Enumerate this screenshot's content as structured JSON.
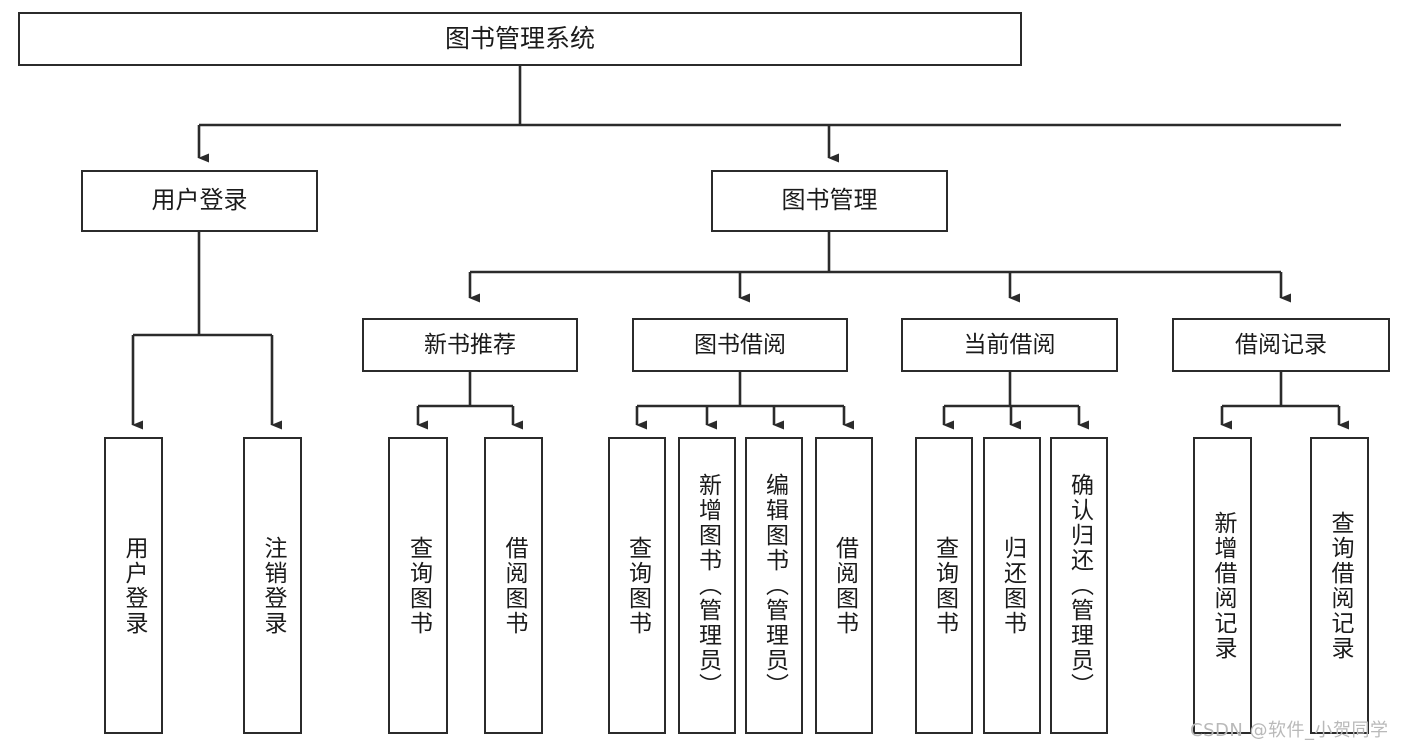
{
  "diagram": {
    "title": "图书管理系统",
    "type": "tree-hierarchy-chart",
    "watermark": "CSDN @软件_小贺同学",
    "nodes": {
      "root": {
        "label": "图书管理系统"
      },
      "level2": [
        {
          "label": "用户登录"
        },
        {
          "label": "图书管理"
        }
      ],
      "level3": [
        {
          "label": "新书推荐"
        },
        {
          "label": "图书借阅"
        },
        {
          "label": "当前借阅"
        },
        {
          "label": "借阅记录"
        }
      ],
      "leaves": [
        {
          "label": "用户登录"
        },
        {
          "label": "注销登录"
        },
        {
          "label": "查询图书"
        },
        {
          "label": "借阅图书"
        },
        {
          "label": "查询图书"
        },
        {
          "label": "新增图书（管理员）"
        },
        {
          "label": "编辑图书（管理员）"
        },
        {
          "label": "借阅图书"
        },
        {
          "label": "查询图书"
        },
        {
          "label": "归还图书"
        },
        {
          "label": "确认归还（管理员）"
        },
        {
          "label": "新增借阅记录"
        },
        {
          "label": "查询借阅记录"
        }
      ]
    },
    "colors": {
      "stroke": "#2b2b2b",
      "fill": "#ffffff",
      "text": "#1b1b1b",
      "watermark": "#b9b9b9"
    }
  }
}
